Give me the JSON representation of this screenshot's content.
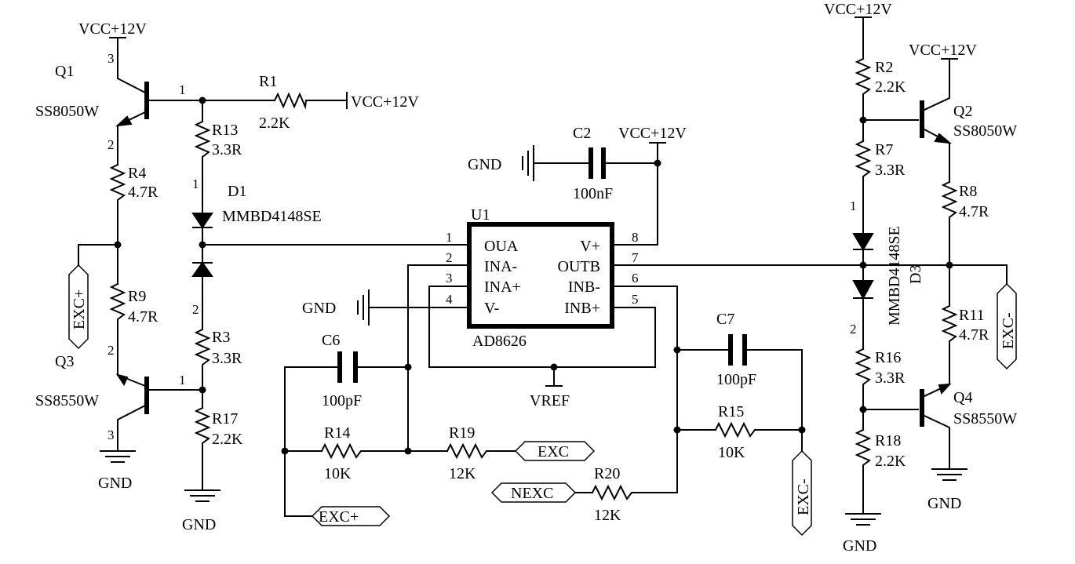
{
  "title": "",
  "vcc": "VCC+12V",
  "gnd": "GND",
  "vref": "VREF",
  "ports": {
    "exc": "EXC",
    "nexc": "NEXC",
    "exc_pos": "EXC+",
    "exc_neg": "EXC-"
  },
  "transistors": {
    "q1": {
      "ref": "Q1",
      "part": "SS8050W"
    },
    "q2": {
      "ref": "Q2",
      "part": "SS8050W"
    },
    "q3": {
      "ref": "Q3",
      "part": "SS8550W"
    },
    "q4": {
      "ref": "Q4",
      "part": "SS8550W"
    }
  },
  "diodes": {
    "d1": {
      "ref": "D1",
      "part": "MMBD4148SE"
    },
    "d3": {
      "ref": "D3",
      "part": "MMBD4148SE"
    }
  },
  "resistors": {
    "r1": {
      "ref": "R1",
      "value": "2.2K"
    },
    "r2": {
      "ref": "R2",
      "value": "2.2K"
    },
    "r3": {
      "ref": "R3",
      "value": "3.3R"
    },
    "r4": {
      "ref": "R4",
      "value": "4.7R"
    },
    "r7": {
      "ref": "R7",
      "value": "3.3R"
    },
    "r8": {
      "ref": "R8",
      "value": "4.7R"
    },
    "r9": {
      "ref": "R9",
      "value": "4.7R"
    },
    "r11": {
      "ref": "R11",
      "value": "4.7R"
    },
    "r13": {
      "ref": "R13",
      "value": "3.3R"
    },
    "r14": {
      "ref": "R14",
      "value": "10K"
    },
    "r15": {
      "ref": "R15",
      "value": "10K"
    },
    "r16": {
      "ref": "R16",
      "value": "3.3R"
    },
    "r17": {
      "ref": "R17",
      "value": "2.2K"
    },
    "r18": {
      "ref": "R18",
      "value": "2.2K"
    },
    "r19": {
      "ref": "R19",
      "value": "12K"
    },
    "r20": {
      "ref": "R20",
      "value": "12K"
    }
  },
  "capacitors": {
    "c2": {
      "ref": "C2",
      "value": "100nF"
    },
    "c6": {
      "ref": "C6",
      "value": "100pF"
    },
    "c7": {
      "ref": "C7",
      "value": "100pF"
    }
  },
  "ic": {
    "ref": "U1",
    "part": "AD8626",
    "left_pins": [
      {
        "num": "1",
        "name": "OUA"
      },
      {
        "num": "2",
        "name": "INA-"
      },
      {
        "num": "3",
        "name": "INA+"
      },
      {
        "num": "4",
        "name": "V-"
      }
    ],
    "right_pins": [
      {
        "num": "8",
        "name": "V+"
      },
      {
        "num": "7",
        "name": "OUTB"
      },
      {
        "num": "6",
        "name": "INB-"
      },
      {
        "num": "5",
        "name": "INB+"
      }
    ]
  },
  "pin_numbers": {
    "one": "1",
    "two": "2",
    "three": "3"
  }
}
